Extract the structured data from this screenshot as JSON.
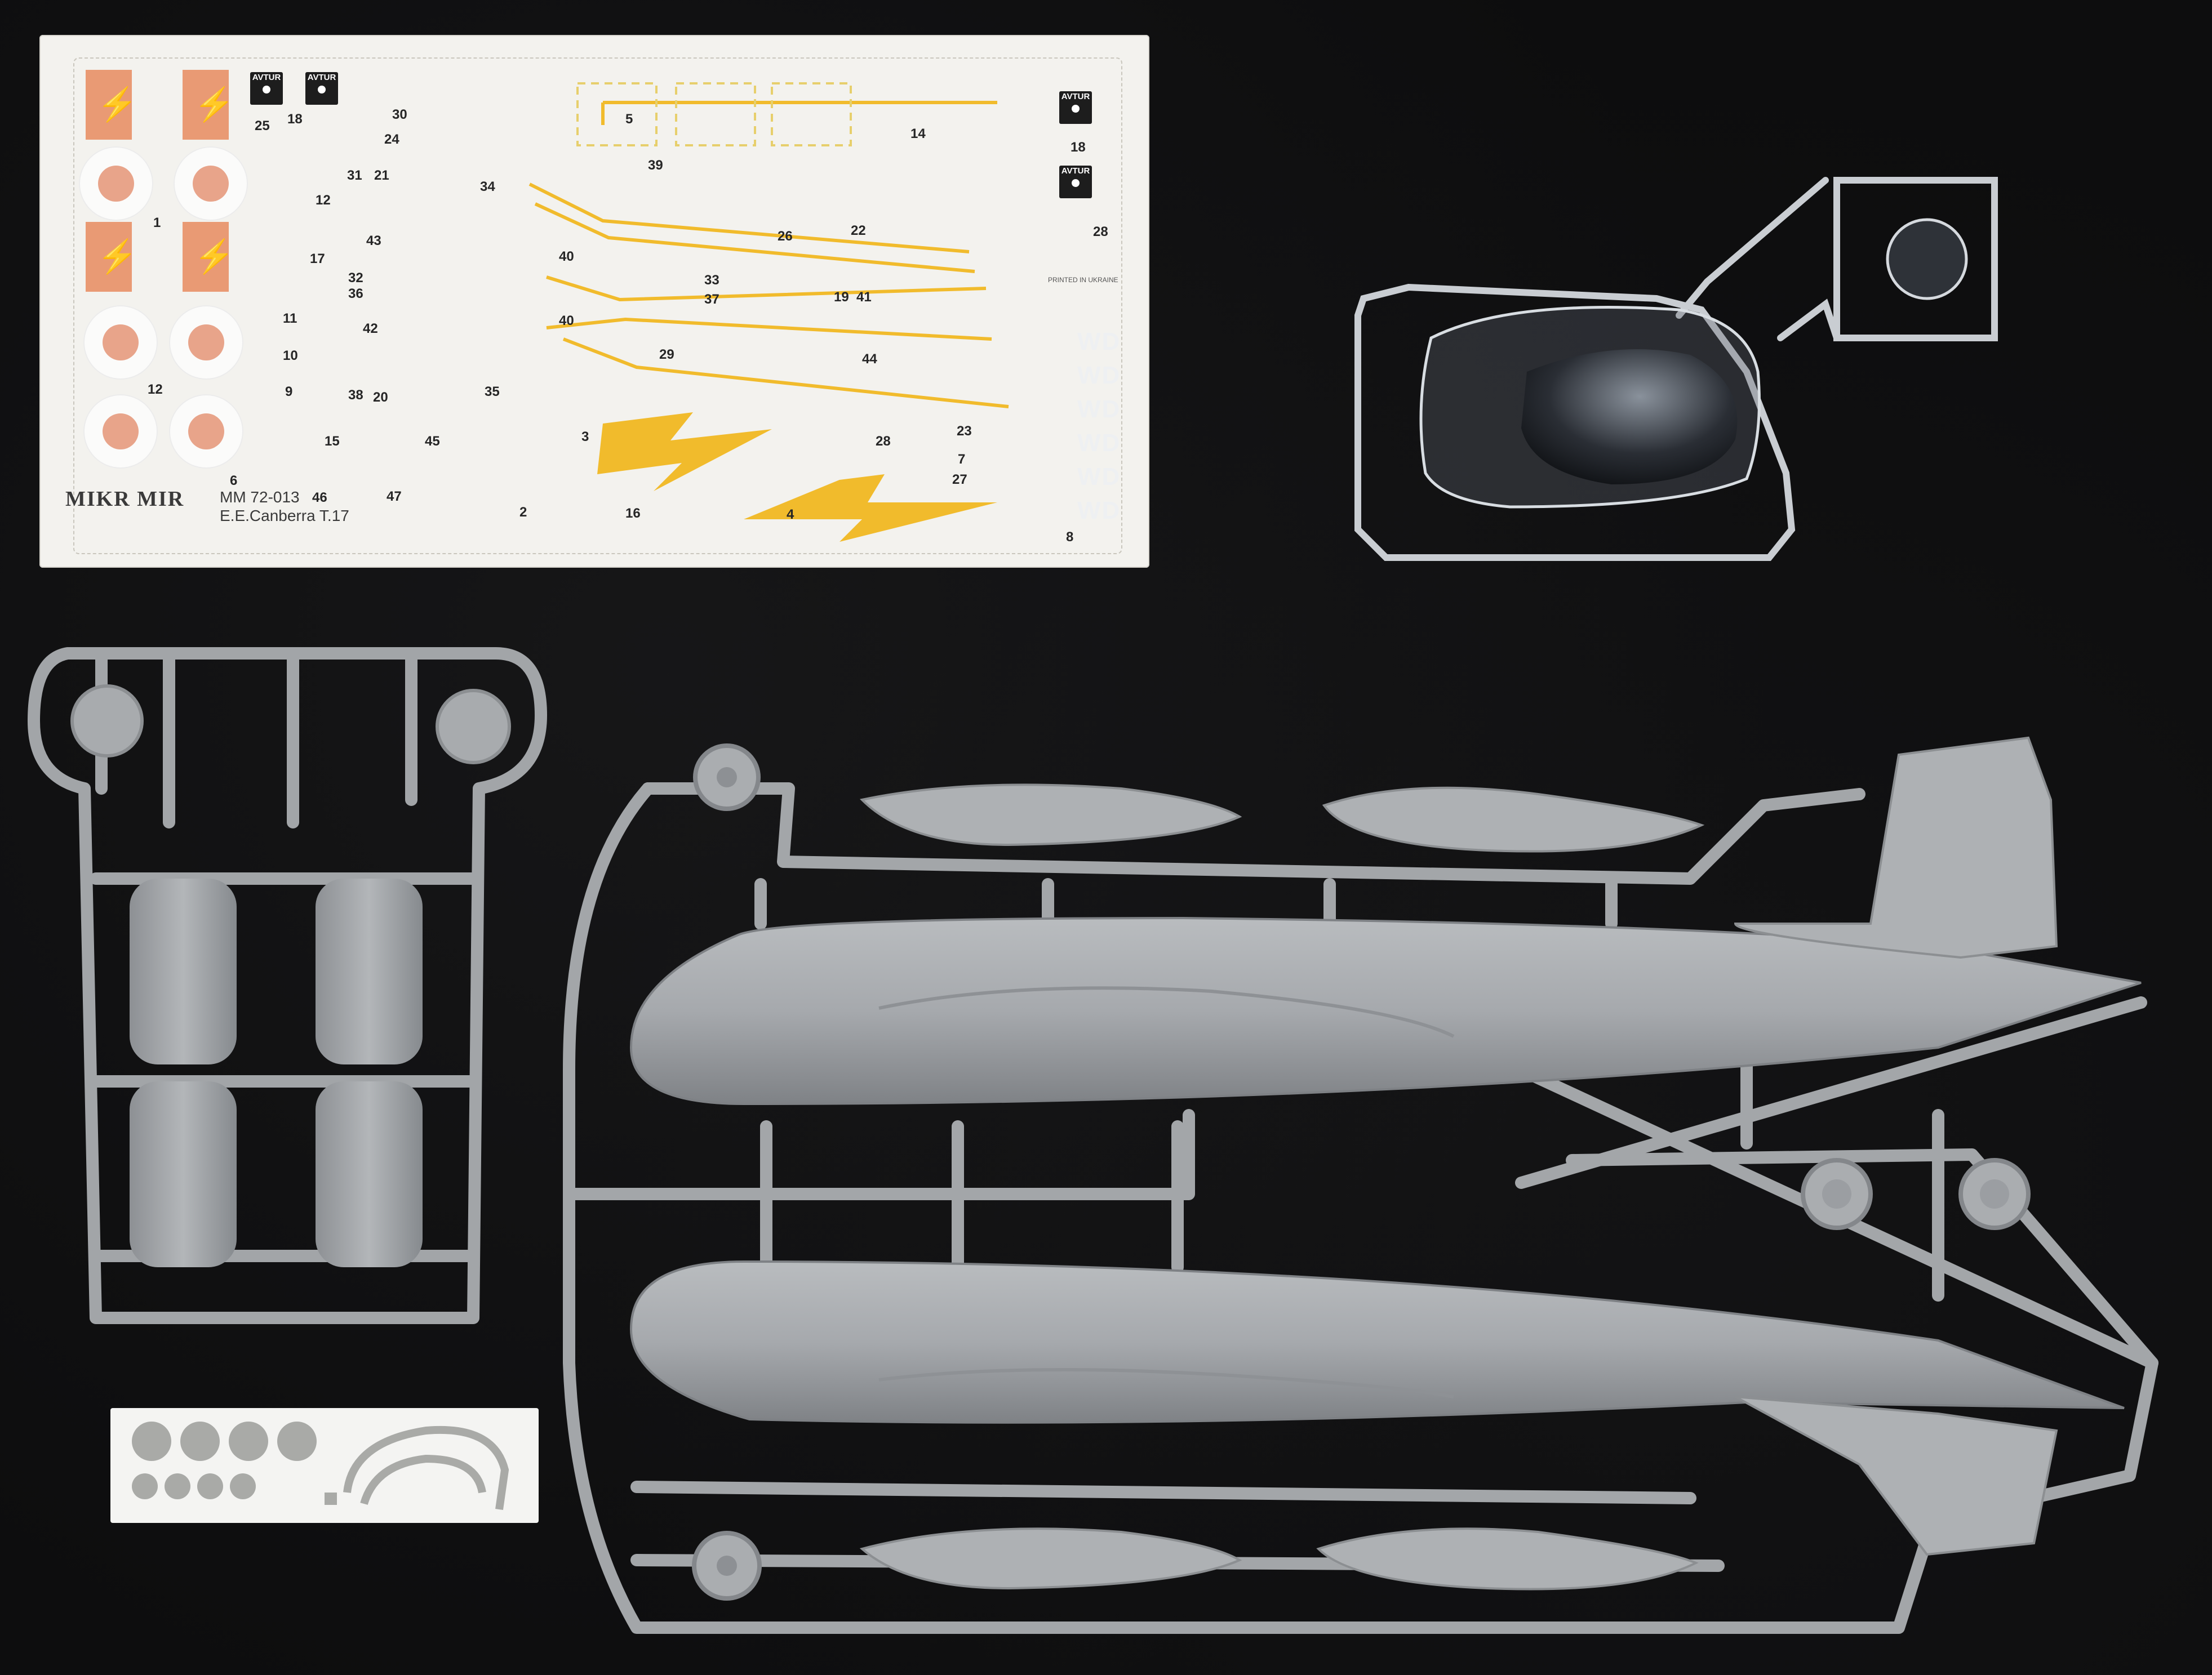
{
  "decal_sheet": {
    "brand": "MIKR MIR",
    "code": "MM 72-013",
    "model": "E.E.Canberra T.17",
    "printed": "PRINTED IN UKRAINE",
    "avtur_label": "AVTUR",
    "numbers": [
      "25",
      "18",
      "30",
      "24",
      "31",
      "21",
      "12",
      "43",
      "17",
      "32",
      "36",
      "11",
      "42",
      "10",
      "9",
      "38",
      "20",
      "15",
      "45",
      "6",
      "46",
      "47",
      "1",
      "12",
      "5",
      "39",
      "34",
      "40",
      "40",
      "26",
      "22",
      "33",
      "37",
      "19",
      "41",
      "29",
      "44",
      "35",
      "3",
      "2",
      "16",
      "4",
      "14",
      "18",
      "28",
      "23",
      "28",
      "7",
      "27",
      "8"
    ]
  },
  "mask_sheet": {
    "count": 9
  }
}
